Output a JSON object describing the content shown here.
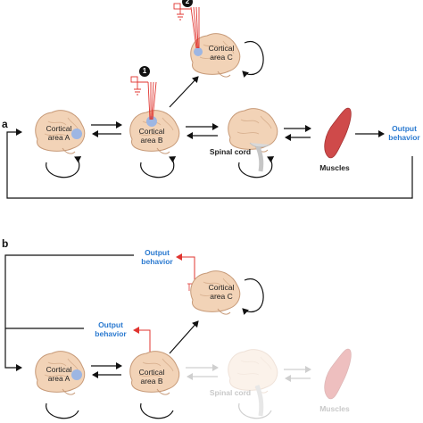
{
  "colors": {
    "brain": "#f2d3b7",
    "brain_stroke": "#c79a78",
    "cortex_spot": "#9db6e3",
    "electrode": "#e0342f",
    "muscle": "#cf4a4a",
    "blue_text": "#2b7ad0",
    "faded": "#d9d9d9"
  },
  "panel_a": {
    "letter": "a",
    "area_a": "Cortical\narea A",
    "area_b": "Cortical\narea B",
    "area_c": "Cortical\narea C",
    "spinal_cord": "Spinal cord",
    "muscles": "Muscles",
    "output": "Output\nbehavior",
    "badge_1": "1",
    "badge_2": "2"
  },
  "panel_b": {
    "letter": "b",
    "output_top": "Output\nbehavior",
    "output_mid": "Output\nbehavior",
    "area_a": "Cortical\narea A",
    "area_b": "Cortical\narea B",
    "area_c": "Cortical\narea C",
    "spinal_cord": "Spinal cord",
    "muscles": "Muscles"
  },
  "icons": [
    "brain-icon",
    "spinal-cord-icon",
    "muscle-icon",
    "electrode-icon",
    "loop-arrow-icon"
  ]
}
